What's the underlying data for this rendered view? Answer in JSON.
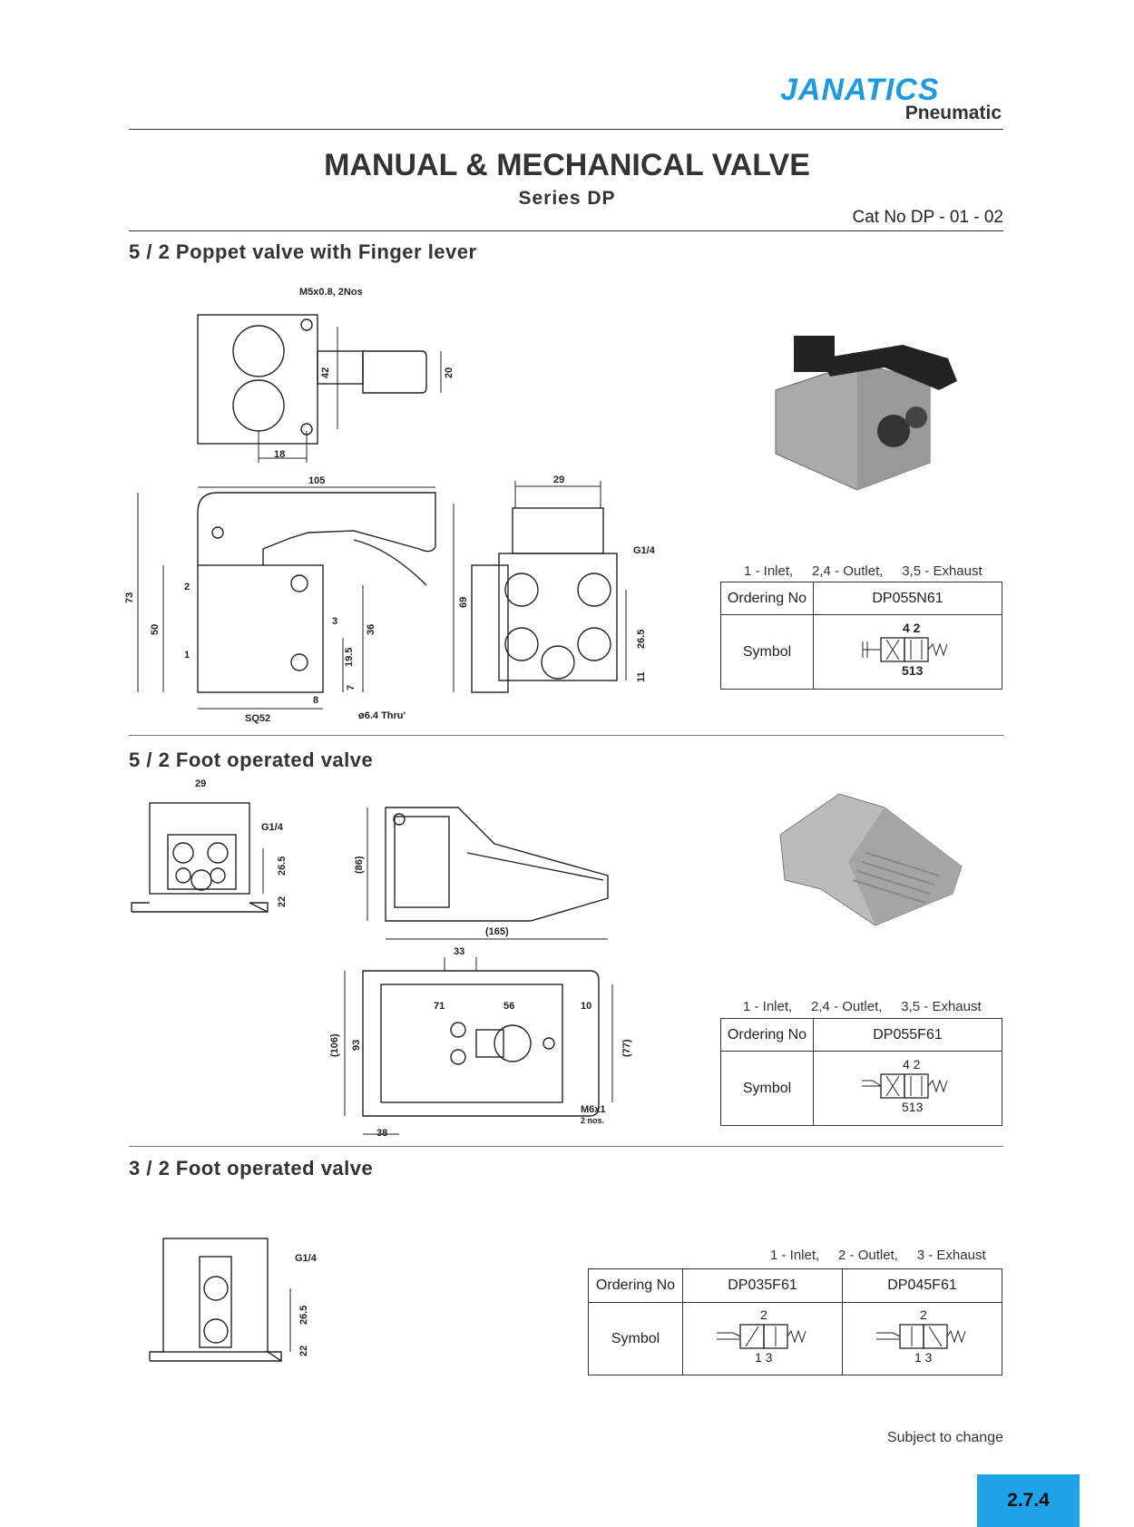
{
  "header": {
    "brand": "JANATICS",
    "brand_sub": "Pneumatic",
    "title": "MANUAL & MECHANICAL VALVE",
    "series": "Series  DP",
    "cat_no": "Cat No DP - 01 - 02"
  },
  "sections": [
    {
      "heading": "5 / 2 Poppet valve with Finger lever",
      "legend": [
        "1 - Inlet,",
        "2,4 - Outlet,",
        "3,5 - Exhaust"
      ],
      "table": {
        "ordering_label": "Ordering No",
        "symbol_label": "Symbol",
        "codes": [
          "DP055N61"
        ],
        "symbol_top": [
          "4 2"
        ],
        "symbol_bottom": [
          "513"
        ]
      },
      "dims": {
        "m5": "M5x0.8, 2Nos",
        "d42": "42",
        "d20": "20",
        "d18": "18",
        "d105": "105",
        "d73": "73",
        "d50": "50",
        "d69": "69",
        "d36": "36",
        "d19_5": "19.5",
        "d7": "7",
        "d8": "8",
        "sq52": "SQ52",
        "thru": "ø6.4 Thru'",
        "p2": "2",
        "p1": "1",
        "p3": "3",
        "d29": "29",
        "g14": "G1/4",
        "d26_5": "26.5",
        "d11": "11"
      }
    },
    {
      "heading": "5 / 2 Foot operated valve",
      "legend": [
        "1 - Inlet,",
        "2,4 - Outlet,",
        "3,5 - Exhaust"
      ],
      "table": {
        "ordering_label": "Ordering No",
        "symbol_label": "Symbol",
        "codes": [
          "DP055F61"
        ],
        "symbol_top": [
          "4 2"
        ],
        "symbol_bottom": [
          "513"
        ]
      },
      "dims": {
        "d29": "29",
        "g14": "G1/4",
        "d26_5": "26.5",
        "d22": "22",
        "d86": "(86)",
        "d165": "(165)",
        "d33": "33",
        "d106": "(106)",
        "d93": "93",
        "d71": "71",
        "d56": "56",
        "d10": "10",
        "d77": "(77)",
        "m6": "M6x1",
        "m6n": "2 nos.",
        "d38": "38"
      }
    },
    {
      "heading": "3 / 2 Foot operated valve",
      "legend": [
        "1 - Inlet,",
        "2 - Outlet,",
        "3 - Exhaust"
      ],
      "table": {
        "ordering_label": "Ordering No",
        "symbol_label": "Symbol",
        "codes": [
          "DP035F61",
          "DP045F61"
        ],
        "symbol_top": [
          "2",
          "2"
        ],
        "symbol_bottom": [
          "1 3",
          "1 3"
        ]
      },
      "dims": {
        "g14": "G1/4",
        "d26_5": "26.5",
        "d22": "22"
      }
    }
  ],
  "footer": {
    "note": "Subject to change",
    "page": "2.7.4"
  }
}
